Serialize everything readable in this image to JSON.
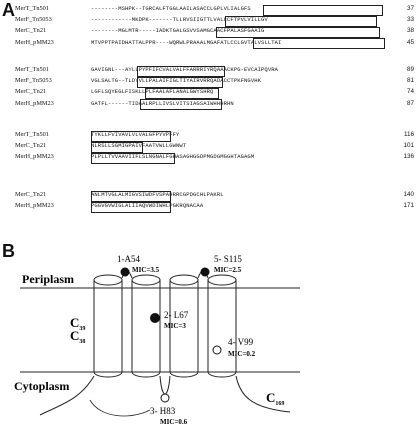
{
  "panel_a": {
    "letter": "A",
    "blocks": [
      {
        "rows": [
          {
            "name": "MerT_Tn501",
            "seq": "--------MSHPK--TGRCALFTGGLAAILASACCLGPLVLIALGFS",
            "end": "37"
          },
          {
            "name": "MerF_Tn5053",
            "seq": "------------MKDPK-------TLLRVSIIGTTLVALCCFTPVLVILLGV",
            "end": "33"
          },
          {
            "name": "MerC_Tn21",
            "seq": "--------MGLMTR-----IADKTGALGSVVSAMGCAACFPALASFGAAIG",
            "end": "38"
          },
          {
            "name": "MerH_pMM23",
            "seq": "MTVPPTPAIDHATTALPPR----WQRWLPRAAALMGAFATLCCLGVTALVSLLTAI",
            "end": "45"
          }
        ]
      },
      {
        "rows": [
          {
            "name": "MerT_Tn501",
            "seq": "GAVIGNL---AYLLPYPFIFCVALVALFFARRRIYRQAAACKPG-EVCAIPQVRA",
            "end": "89"
          },
          {
            "name": "MerF_Tn5053",
            "seq": "VGLSALTG--TLDYVLLPALAIFIGLTIYAIRVRRQADACCTPKFNGVHK",
            "end": "81"
          },
          {
            "name": "MerC_Tn21",
            "seq": "LGFLSQYEGLFISKLLPLFAALAFLANALGWYSHRQ",
            "end": "74"
          },
          {
            "name": "MerH_pMM23",
            "seq": "GATFL------TIDAALRPLLIVSLVITSIAGSAIWHHHRHN",
            "end": "87"
          }
        ]
      },
      {
        "rows": [
          {
            "name": "MerT_Tn501",
            "seq": "TYKLLFVIVAVLVLVALGFPYVPFFY",
            "end": "116"
          },
          {
            "name": "MerC_Tn21",
            "seq": "NLRSLLSGMIGPAIVFAATVWLLGWNWT",
            "end": "101"
          },
          {
            "name": "MerH_pMM23",
            "seq": "PLPLLTVVAAVIIFLSLNGNALFGHASAGHGGDPMGDGMGGHTAGAGM",
            "end": "136"
          }
        ]
      },
      {
        "rows": [
          {
            "name": "MerC_Tn21",
            "seq": "ANLMTVGLALMIGVSIWDFVSPAHRRCGPDGCHLPAKRL",
            "end": "140"
          },
          {
            "name": "MerH_pMM23",
            "seq": "PGGVGVWIGLALIIAQVWDIWHLPGKRQNACAA",
            "end": "171"
          }
        ]
      }
    ]
  },
  "panel_b": {
    "letter": "B",
    "periplasm_label": "Periplasm",
    "cytoplasm_label": "Cytoplasm",
    "n_term_1": "C",
    "n_term_1_sub": "39",
    "n_term_2": "C",
    "n_term_2_sub": "38",
    "c_term": "C",
    "c_term_sub": "169",
    "mutants": [
      {
        "site": "1-A54",
        "mic": "MIC=3.5",
        "marker": "filled"
      },
      {
        "site": "5- S115",
        "mic": "MIC=2.5",
        "marker": "filled"
      },
      {
        "site": "2- L67",
        "mic": "MIC=3",
        "marker": "filled"
      },
      {
        "site": "4- V99",
        "mic": "MIC=0.2",
        "marker": "open"
      },
      {
        "site": "3- H83",
        "mic": "MIC=0.6",
        "marker": "open"
      }
    ]
  }
}
